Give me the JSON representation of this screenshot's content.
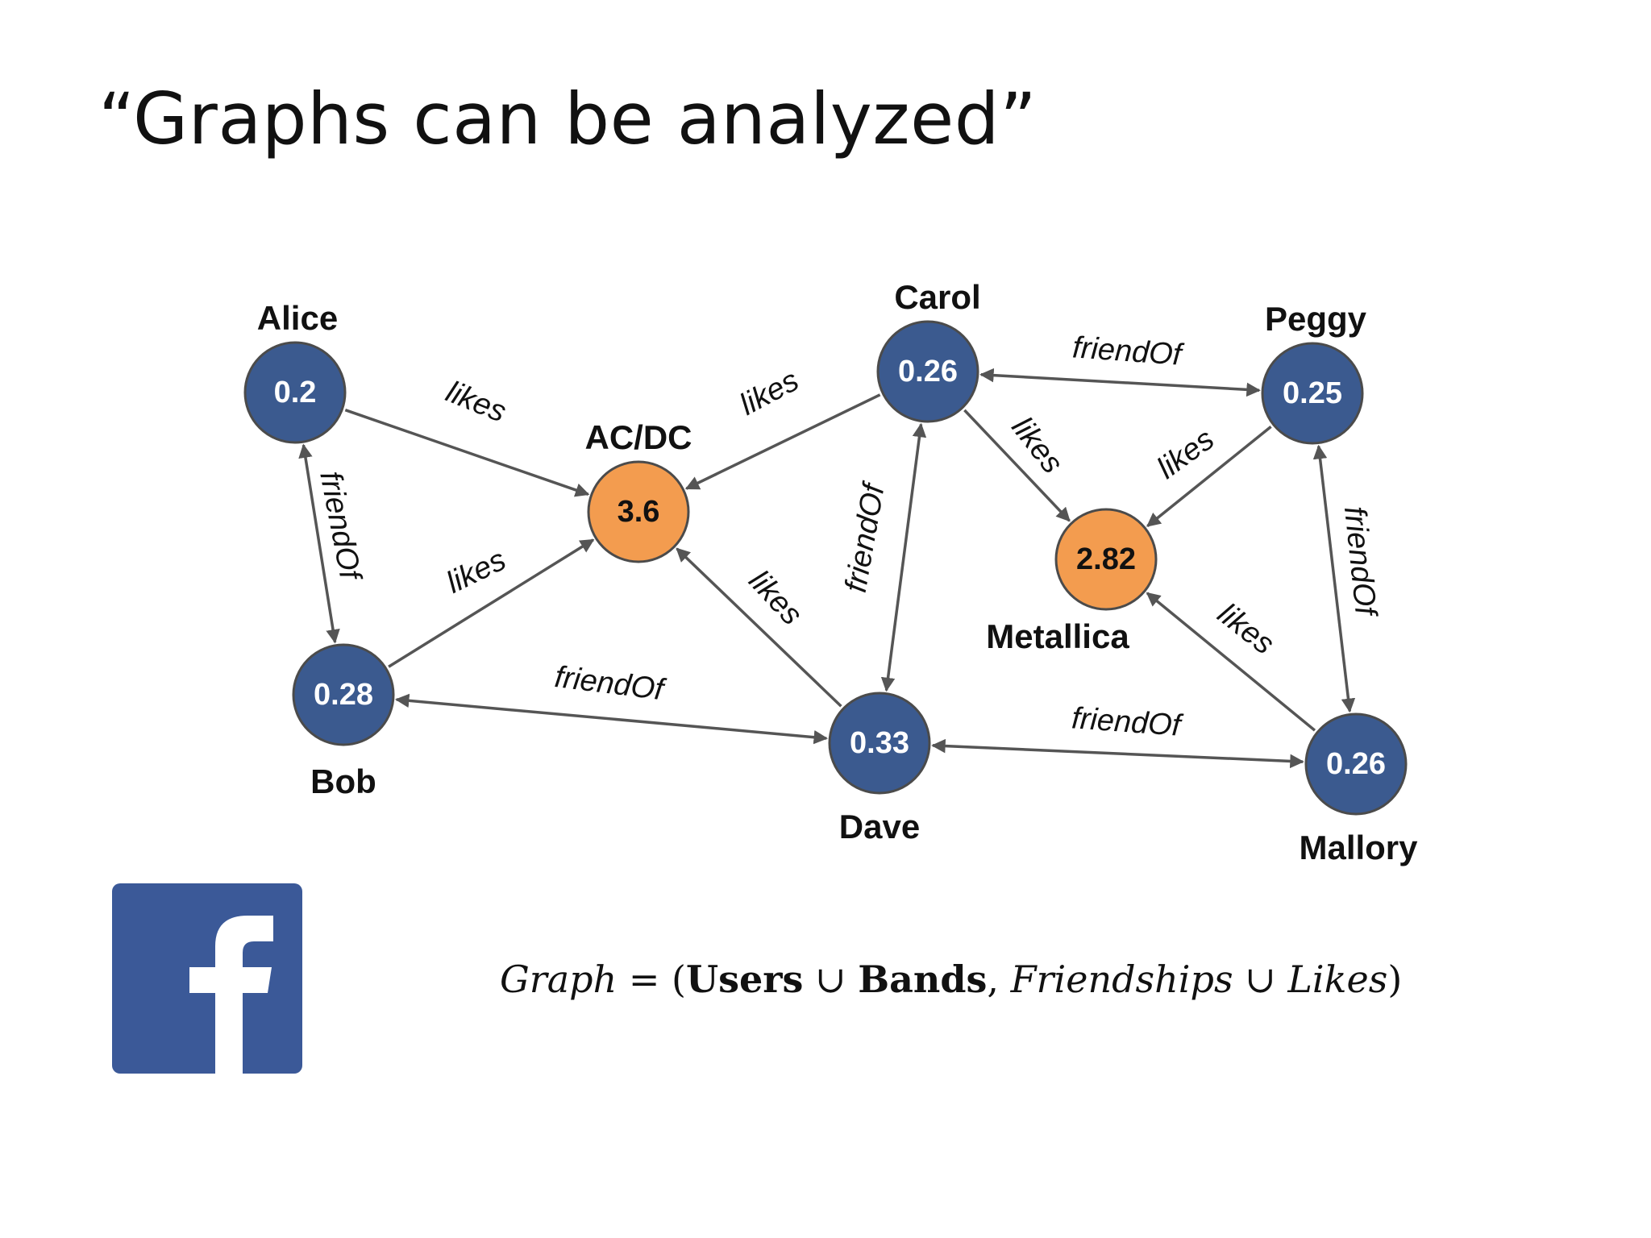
{
  "slide": {
    "title": "“Graphs can be analyzed”"
  },
  "colors": {
    "user_node": "#3b5a8f",
    "band_node": "#f39c4f",
    "edge": "#555555",
    "facebook_blue": "#3b5998"
  },
  "graph": {
    "nodes": [
      {
        "id": "alice",
        "name": "Alice",
        "value": "0.2",
        "kind": "user"
      },
      {
        "id": "bob",
        "name": "Bob",
        "value": "0.28",
        "kind": "user"
      },
      {
        "id": "acdc",
        "name": "AC/DC",
        "value": "3.6",
        "kind": "band"
      },
      {
        "id": "carol",
        "name": "Carol",
        "value": "0.26",
        "kind": "user"
      },
      {
        "id": "dave",
        "name": "Dave",
        "value": "0.33",
        "kind": "user"
      },
      {
        "id": "metallica",
        "name": "Metallica",
        "value": "2.82",
        "kind": "band"
      },
      {
        "id": "peggy",
        "name": "Peggy",
        "value": "0.25",
        "kind": "user"
      },
      {
        "id": "mallory",
        "name": "Mallory",
        "value": "0.26",
        "kind": "user"
      }
    ],
    "edges": [
      {
        "from": "alice",
        "to": "acdc",
        "label": "likes",
        "directed": true
      },
      {
        "from": "bob",
        "to": "acdc",
        "label": "likes",
        "directed": true
      },
      {
        "from": "carol",
        "to": "acdc",
        "label": "likes",
        "directed": true
      },
      {
        "from": "dave",
        "to": "acdc",
        "label": "likes",
        "directed": true
      },
      {
        "from": "carol",
        "to": "metallica",
        "label": "likes",
        "directed": true
      },
      {
        "from": "peggy",
        "to": "metallica",
        "label": "likes",
        "directed": true
      },
      {
        "from": "mallory",
        "to": "metallica",
        "label": "likes",
        "directed": true
      },
      {
        "from": "alice",
        "to": "bob",
        "label": "friendOf",
        "directed": false
      },
      {
        "from": "bob",
        "to": "dave",
        "label": "friendOf",
        "directed": false
      },
      {
        "from": "carol",
        "to": "dave",
        "label": "friendOf",
        "directed": false
      },
      {
        "from": "carol",
        "to": "peggy",
        "label": "friendOf",
        "directed": false
      },
      {
        "from": "dave",
        "to": "mallory",
        "label": "friendOf",
        "directed": false
      },
      {
        "from": "peggy",
        "to": "mallory",
        "label": "friendOf",
        "directed": false
      }
    ]
  },
  "logo": {
    "icon": "facebook-logo-icon",
    "letter": "f"
  },
  "formula": {
    "lhs": "Graph",
    "equals": " = (",
    "users": "Users",
    "union1": " ∪ ",
    "bands": "Bands",
    "comma": ", ",
    "friendships": "Friendships",
    "union2": " ∪ ",
    "likes": "Likes",
    "close": ")"
  }
}
